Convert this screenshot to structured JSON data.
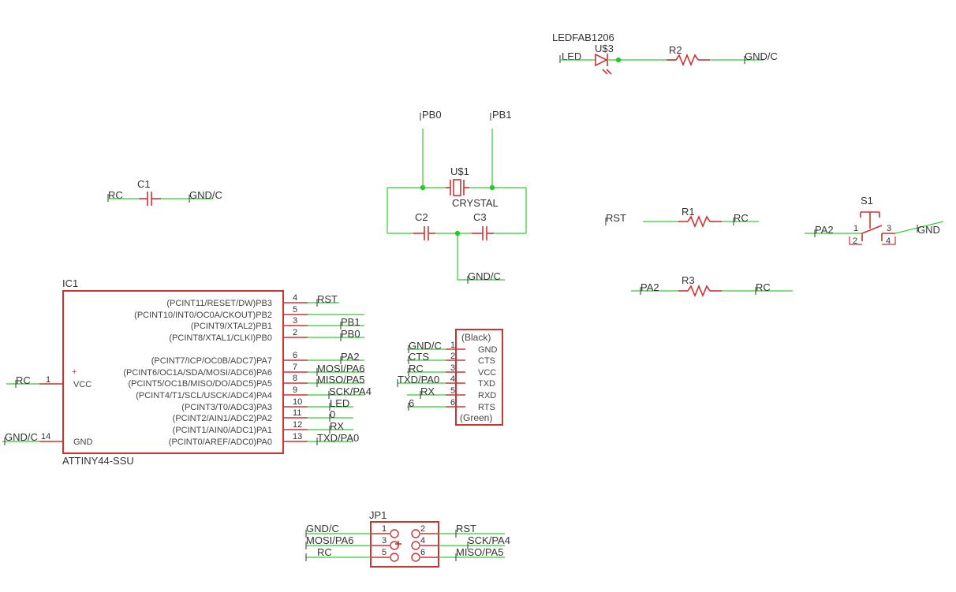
{
  "led": {
    "part": "LEDFAB1206",
    "ref": "U$3",
    "net_left": "LED",
    "resistor": "R2",
    "net_right": "GND/C"
  },
  "crystal": {
    "ref": "U$1",
    "value": "CRYSTAL",
    "net_a": "PB0",
    "net_b": "PB1",
    "cap_a": "C2",
    "cap_b": "C3",
    "gnd": "GND/C"
  },
  "c1": {
    "ref": "C1",
    "net_left": "RC",
    "net_right": "GND/C"
  },
  "r1": {
    "ref": "R1",
    "net_left": "RST",
    "net_right": "RC"
  },
  "r3": {
    "ref": "R3",
    "net_left": "PA2",
    "net_right": "RC"
  },
  "s1": {
    "ref": "S1",
    "net_left": "PA2",
    "net_right": "GND",
    "pin1": "1",
    "pin2": "2",
    "pin3": "3",
    "pin4": "4"
  },
  "ic1": {
    "ref": "IC1",
    "value": "ATTINY44-SSU",
    "vcc": {
      "net": "RC",
      "pin": "1",
      "label": "VCC",
      "mark": "+"
    },
    "gnd": {
      "net": "GND/C",
      "pin": "14",
      "label": "GND"
    },
    "pins": [
      {
        "label": "(PCINT11/RESET/DW)PB3",
        "num": "4",
        "net": "RST"
      },
      {
        "label": "(PCINT10/INT0/OC0A/CKOUT)PB2",
        "num": "5",
        "net": ""
      },
      {
        "label": "(PCINT9/XTAL2)PB1",
        "num": "3",
        "net": "PB1"
      },
      {
        "label": "(PCINT8/XTAL1/CLKI)PB0",
        "num": "2",
        "net": "PB0"
      },
      {
        "label": "(PCINT7/ICP/OC0B/ADC7)PA7",
        "num": "6",
        "net": "PA2"
      },
      {
        "label": "(PCINT6/OC1A/SDA/MOSI/ADC6)PA6",
        "num": "7",
        "net": "MOSI/PA6"
      },
      {
        "label": "(PCINT5/OC1B/MISO/DO/ADC5)PA5",
        "num": "8",
        "net": "MISO/PA5"
      },
      {
        "label": "(PCINT4/T1/SCL/USCK/ADC4)PA4",
        "num": "9",
        "net": "SCK/PA4"
      },
      {
        "label": "(PCINT3/T0/ADC3)PA3",
        "num": "10",
        "net": "LED"
      },
      {
        "label": "(PCINT2/AIN1/ADC2)PA2",
        "num": "11",
        "net": "0"
      },
      {
        "label": "(PCINT1/AIN0/ADC1)PA1",
        "num": "12",
        "net": "RX"
      },
      {
        "label": "(PCINT0/AREF/ADC0)PA0",
        "num": "13",
        "net": "TXD/PA0"
      }
    ]
  },
  "ftdi": {
    "top": "(Black)",
    "bottom": "(Green)",
    "pins": [
      {
        "net": "GND/C",
        "num": "1",
        "label": "GND"
      },
      {
        "net": "CTS",
        "num": "2",
        "label": "CTS"
      },
      {
        "net": "RC",
        "num": "3",
        "label": "VCC"
      },
      {
        "net": "TXD/PA0",
        "num": "4",
        "label": "TXD"
      },
      {
        "net": "RX",
        "num": "5",
        "label": "RXD"
      },
      {
        "net": "6",
        "num": "6",
        "label": "RTS"
      }
    ]
  },
  "jp1": {
    "ref": "JP1",
    "left": [
      {
        "net": "GND/C",
        "num": "1"
      },
      {
        "net": "MOSI/PA6",
        "num": "3"
      },
      {
        "net": "RC",
        "num": "5"
      }
    ],
    "right": [
      {
        "net": "RST",
        "num": "2"
      },
      {
        "net": "SCK/PA4",
        "num": "4"
      },
      {
        "net": "MISO/PA5",
        "num": "6"
      }
    ]
  }
}
